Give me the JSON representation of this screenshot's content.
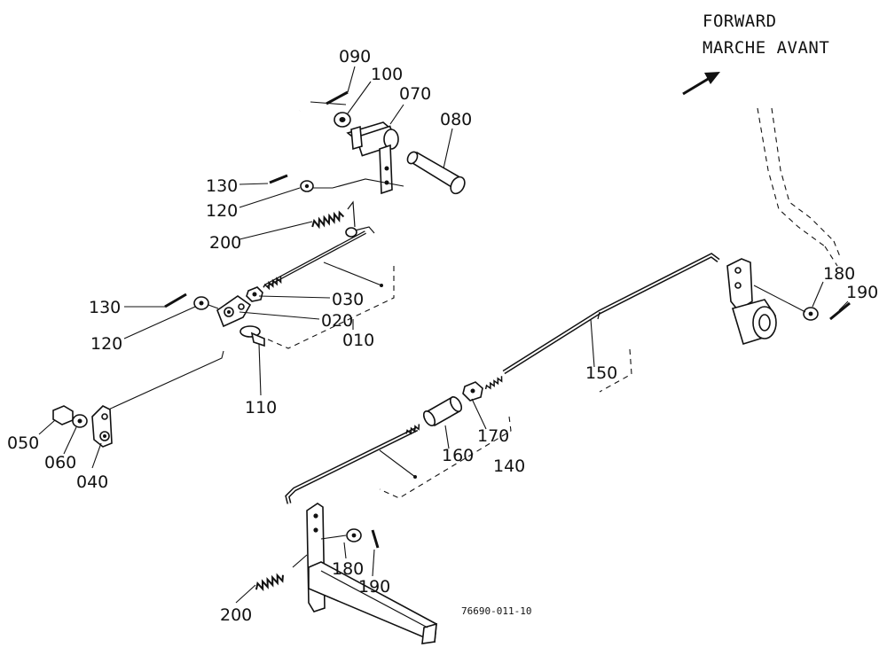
{
  "header": {
    "direction_line1": "FORWARD",
    "direction_line2": "MARCHE AVANT"
  },
  "drawing_code": "76690-011-10",
  "callouts": [
    {
      "id": "c090a",
      "text": "090"
    },
    {
      "id": "c100",
      "text": "100"
    },
    {
      "id": "c070",
      "text": "070"
    },
    {
      "id": "c080",
      "text": "080"
    },
    {
      "id": "c130a",
      "text": "130"
    },
    {
      "id": "c120a",
      "text": "120"
    },
    {
      "id": "c200a",
      "text": "200"
    },
    {
      "id": "c030",
      "text": "030"
    },
    {
      "id": "c130b",
      "text": "130"
    },
    {
      "id": "c020",
      "text": "020"
    },
    {
      "id": "c120b",
      "text": "120"
    },
    {
      "id": "c010",
      "text": "010"
    },
    {
      "id": "c110",
      "text": "110"
    },
    {
      "id": "c050",
      "text": "050"
    },
    {
      "id": "c060",
      "text": "060"
    },
    {
      "id": "c040",
      "text": "040"
    },
    {
      "id": "c180a",
      "text": "180"
    },
    {
      "id": "c190a",
      "text": "190"
    },
    {
      "id": "c150",
      "text": "150"
    },
    {
      "id": "c170",
      "text": "170"
    },
    {
      "id": "c160",
      "text": "160"
    },
    {
      "id": "c140",
      "text": "140"
    },
    {
      "id": "c180b",
      "text": "180"
    },
    {
      "id": "c190b",
      "text": "190"
    },
    {
      "id": "c200b",
      "text": "200"
    }
  ]
}
